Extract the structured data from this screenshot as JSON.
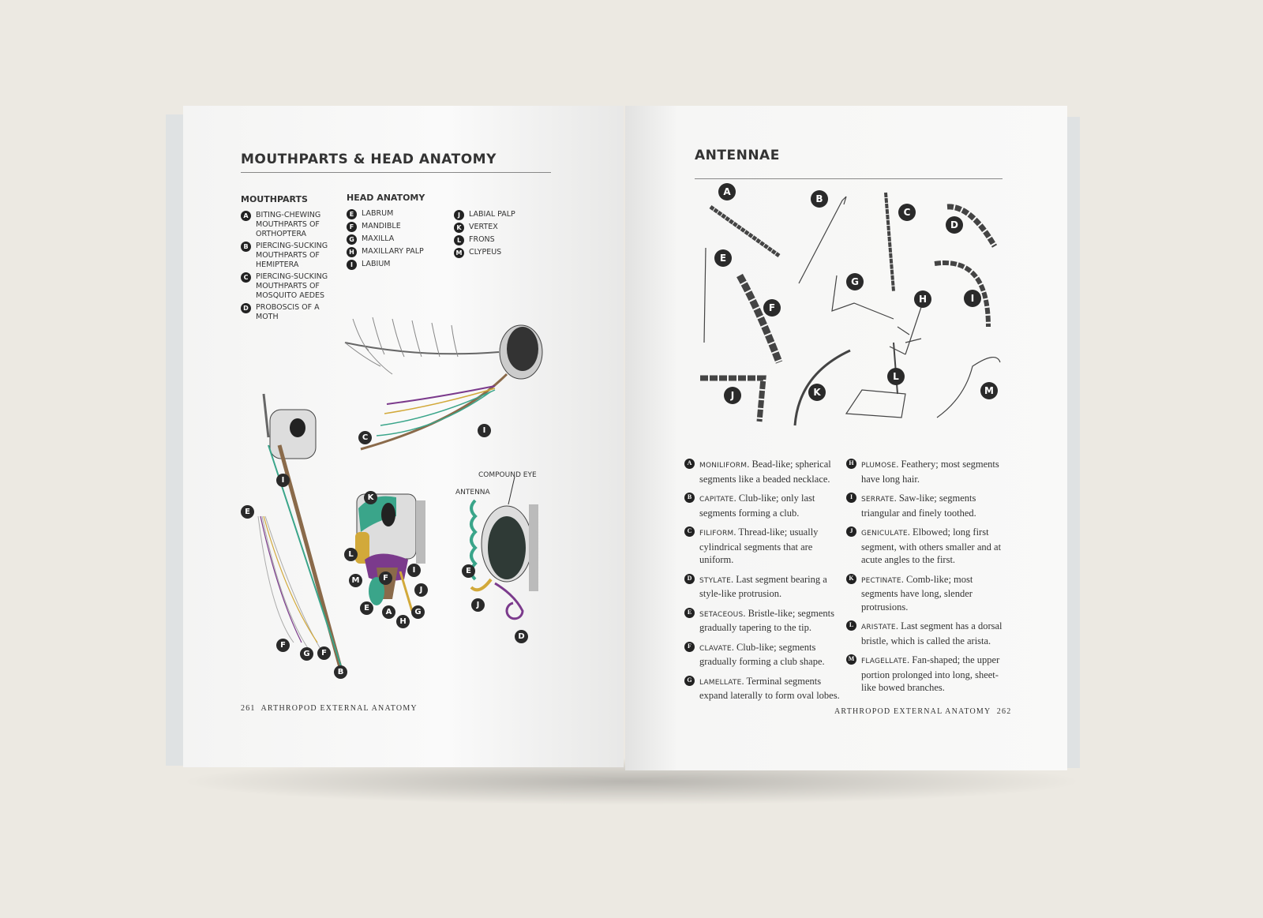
{
  "left_page": {
    "title": "MOUTHPARTS & HEAD ANATOMY",
    "mouthparts": {
      "heading": "MOUTHPARTS",
      "items": [
        {
          "letter": "A",
          "label": "BITING-CHEWING MOUTHPARTS OF ORTHOPTERA"
        },
        {
          "letter": "B",
          "label": "PIERCING-SUCKING MOUTHPARTS OF HEMIPTERA"
        },
        {
          "letter": "C",
          "label": "PIERCING-SUCKING MOUTHPARTS OF MOSQUITO AEDES"
        },
        {
          "letter": "D",
          "label": "PROBOSCIS OF A MOTH"
        }
      ]
    },
    "head_anatomy": {
      "heading": "HEAD ANATOMY",
      "items": [
        {
          "letter": "E",
          "label": "LABRUM"
        },
        {
          "letter": "F",
          "label": "MANDIBLE"
        },
        {
          "letter": "G",
          "label": "MAXILLA"
        },
        {
          "letter": "H",
          "label": "MAXILLARY PALP"
        },
        {
          "letter": "I",
          "label": "LABIUM"
        },
        {
          "letter": "J",
          "label": "LABIAL PALP"
        },
        {
          "letter": "K",
          "label": "VERTEX"
        },
        {
          "letter": "L",
          "label": "FRONS"
        },
        {
          "letter": "M",
          "label": "CLYPEUS"
        }
      ]
    },
    "illustration_labels": {
      "compound_eye": "COMPOUND EYE",
      "antenna": "ANTENNA",
      "mosquito": [
        "C",
        "I"
      ],
      "hemiptera": [
        "I",
        "E",
        "F",
        "G",
        "F",
        "B"
      ],
      "orthoptera": [
        "K",
        "L",
        "M",
        "F",
        "I",
        "J",
        "E",
        "A",
        "H",
        "G"
      ],
      "moth": [
        "E",
        "J",
        "D"
      ]
    },
    "footer": {
      "page_number": "261",
      "running_title": "ARTHROPOD EXTERNAL ANATOMY"
    }
  },
  "right_page": {
    "title": "ANTENNAE",
    "figure_labels": [
      "A",
      "B",
      "C",
      "D",
      "E",
      "F",
      "G",
      "H",
      "I",
      "J",
      "K",
      "L",
      "M"
    ],
    "descriptions": [
      {
        "letter": "A",
        "term": "MONILIFORM",
        "text": "Bead-like; spherical segments like a beaded necklace."
      },
      {
        "letter": "B",
        "term": "CAPITATE",
        "text": "Club-like; only last segments forming a club."
      },
      {
        "letter": "C",
        "term": "FILIFORM",
        "text": "Thread-like; usually cylindrical segments that are uniform."
      },
      {
        "letter": "D",
        "term": "STYLATE",
        "text": "Last segment bearing a style-like protrusion."
      },
      {
        "letter": "E",
        "term": "SETACEOUS",
        "text": "Bristle-like; segments gradually tapering to the tip."
      },
      {
        "letter": "F",
        "term": "CLAVATE",
        "text": "Club-like; segments gradually forming a club shape."
      },
      {
        "letter": "G",
        "term": "LAMELLATE",
        "text": "Terminal segments expand laterally to form oval lobes."
      },
      {
        "letter": "H",
        "term": "PLUMOSE",
        "text": "Feathery; most segments have long hair."
      },
      {
        "letter": "I",
        "term": "SERRATE",
        "text": "Saw-like; segments triangular and finely toothed."
      },
      {
        "letter": "J",
        "term": "GENICULATE",
        "text": "Elbowed; long first segment, with others smaller and at acute angles to the first."
      },
      {
        "letter": "K",
        "term": "PECTINATE",
        "text": "Comb-like; most segments have long, slender protrusions."
      },
      {
        "letter": "L",
        "term": "ARISTATE",
        "text": "Last segment has a dorsal bristle, which is called the arista."
      },
      {
        "letter": "M",
        "term": "FLAGELLATE",
        "text": "Fan-shaped; the upper portion prolonged into long, sheet-like bowed branches."
      }
    ],
    "footer": {
      "page_number": "262",
      "running_title": "ARTHROPOD EXTERNAL ANATOMY"
    }
  },
  "colors": {
    "background": "#ece9e2",
    "page": "#f7f7f6",
    "ink": "#333333",
    "green": "#3aa58a",
    "purple": "#7b3a8c",
    "gold": "#d2a93a",
    "brown": "#7a5c3f"
  }
}
